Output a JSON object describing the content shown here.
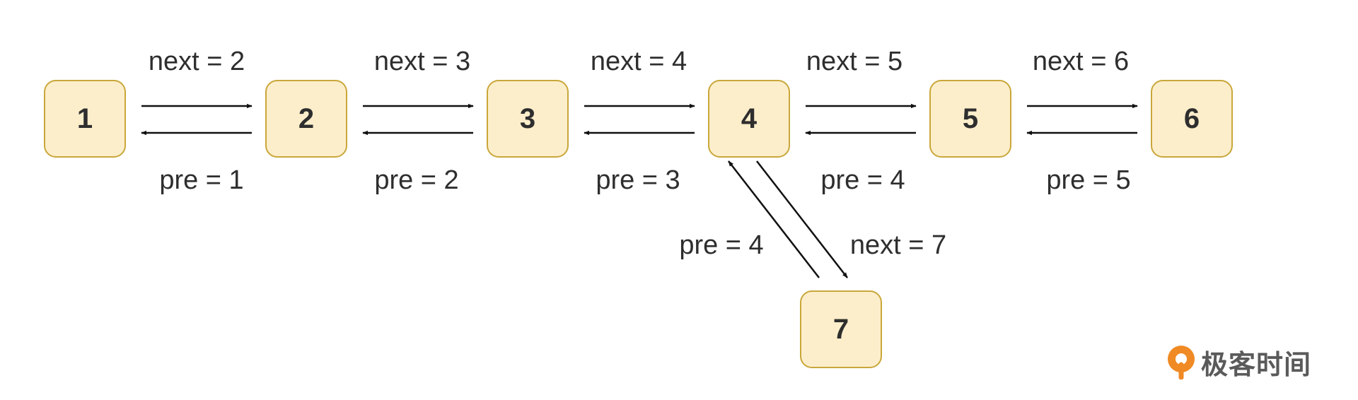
{
  "nodes": {
    "n1": "1",
    "n2": "2",
    "n3": "3",
    "n4": "4",
    "n5": "5",
    "n6": "6",
    "n7": "7"
  },
  "labels": {
    "next_1_2": "next = 2",
    "next_2_3": "next = 3",
    "next_3_4": "next = 4",
    "next_4_5": "next = 5",
    "next_5_6": "next = 6",
    "pre_2_1": "pre = 1",
    "pre_3_2": "pre = 2",
    "pre_4_3": "pre = 3",
    "pre_5_4": "pre = 4",
    "pre_6_5": "pre = 5",
    "pre_7_4": "pre = 4",
    "next_4_7": "next = 7"
  },
  "logo": {
    "text": "极客时间"
  },
  "colors": {
    "node_fill": "#fdeecb",
    "node_border": "#c9a73a",
    "logo_orange": "#f08a24"
  }
}
